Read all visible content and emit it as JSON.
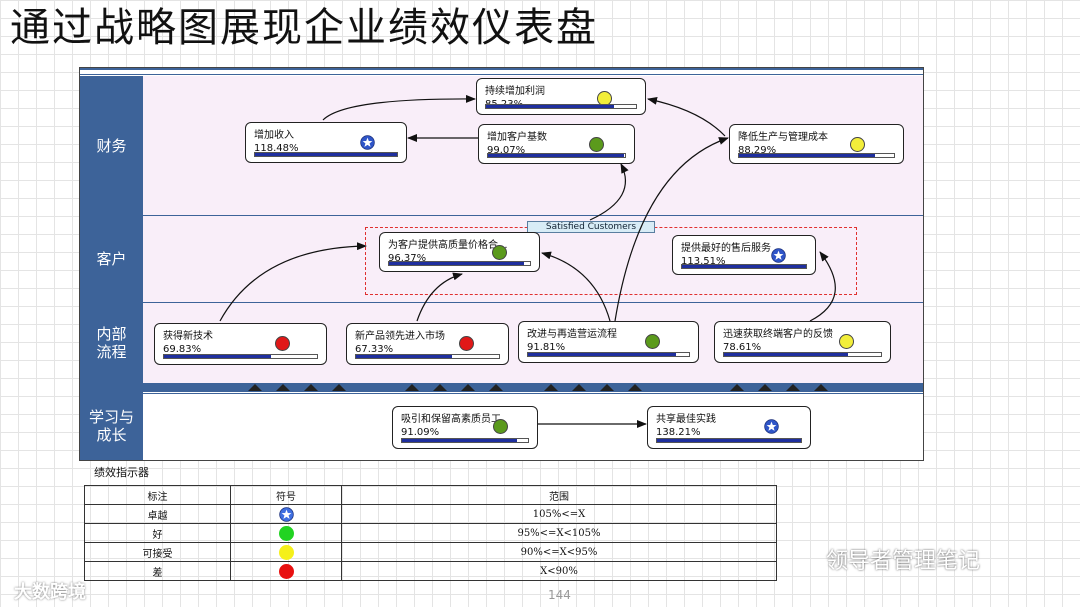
{
  "page_title": "通过战略图展现企业绩效仪表盘",
  "lanes": [
    {
      "id": "finance",
      "label": "财务"
    },
    {
      "id": "customer",
      "label": "客户"
    },
    {
      "id": "process",
      "label": "内部\n流程"
    },
    {
      "id": "learning",
      "label": "学习与\n成长"
    }
  ],
  "theme_label": "Satisfied Customers",
  "kpis": {
    "profit": {
      "name": "持续增加利润",
      "value": "85.23%",
      "progress": 0.85,
      "status": "acceptable"
    },
    "revenue": {
      "name": "增加收入",
      "value": "118.48%",
      "progress": 1.0,
      "status": "excellent"
    },
    "customers": {
      "name": "增加客户基数",
      "value": "99.07%",
      "progress": 0.99,
      "status": "good"
    },
    "cost": {
      "name": "降低生产与管理成本",
      "value": "88.29%",
      "progress": 0.88,
      "status": "acceptable"
    },
    "quality": {
      "name": "为客户提供高质量价格合...",
      "value": "96.37%",
      "progress": 0.96,
      "status": "good"
    },
    "aftersales": {
      "name": "提供最好的售后服务",
      "value": "113.51%",
      "progress": 1.0,
      "status": "excellent"
    },
    "tech": {
      "name": "获得新技术",
      "value": "69.83%",
      "progress": 0.7,
      "status": "poor"
    },
    "newproduct": {
      "name": "新产品领先进入市场",
      "value": "67.33%",
      "progress": 0.67,
      "status": "poor"
    },
    "process": {
      "name": "改进与再造营运流程",
      "value": "91.81%",
      "progress": 0.92,
      "status": "good"
    },
    "feedback": {
      "name": "迅速获取终端客户的反馈",
      "value": "78.61%",
      "progress": 0.79,
      "status": "acceptable"
    },
    "talent": {
      "name": "吸引和保留高素质员工",
      "value": "91.09%",
      "progress": 0.91,
      "status": "good"
    },
    "sharing": {
      "name": "共享最佳实践",
      "value": "138.21%",
      "progress": 1.0,
      "status": "excellent"
    }
  },
  "status_colors": {
    "excellent": "#2f55c8",
    "good": "#5b9a1c",
    "acceptable": "#f2ee3a",
    "poor": "#e01818"
  },
  "legend": {
    "caption": "绩效指示器",
    "headers": [
      "标注",
      "符号",
      "范围"
    ],
    "rows": [
      {
        "label": "卓越",
        "symbol": "star-icon",
        "color": "#3f6fe0",
        "range": "105%<=X"
      },
      {
        "label": "好",
        "symbol": "green-circle",
        "color": "#22d322",
        "range": "95%<=X<105%"
      },
      {
        "label": "可接受",
        "symbol": "yellow-circle",
        "color": "#f5f01a",
        "range": "90%<=X<95%"
      },
      {
        "label": "差",
        "symbol": "red-circle",
        "color": "#e81010",
        "range": "X<90%"
      }
    ]
  },
  "watermark_left": "大数跨境",
  "watermark_right": "领导者管理笔记",
  "page_number": "144"
}
